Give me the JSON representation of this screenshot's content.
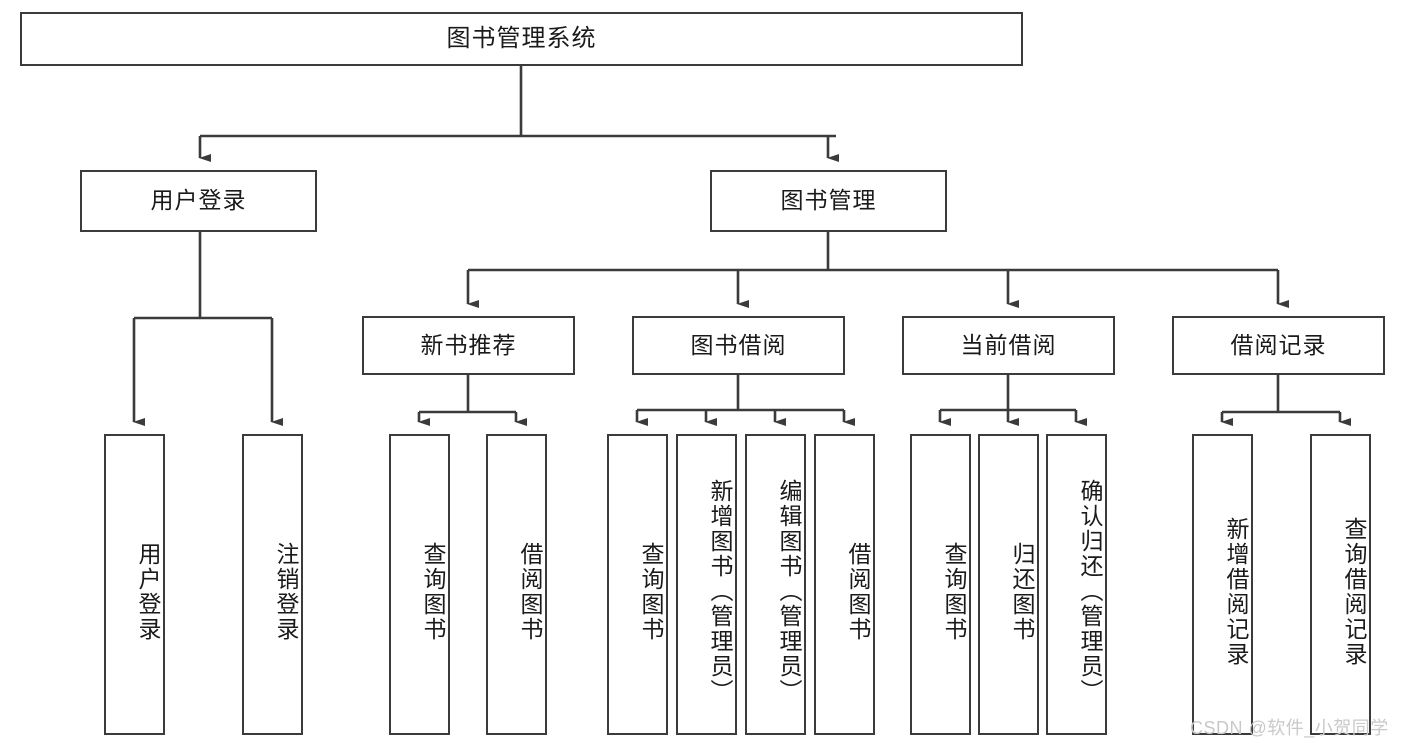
{
  "diagram": {
    "type": "tree",
    "title": "图书管理系统",
    "watermark": "CSDN @软件_小贺同学",
    "colors": {
      "box_border": "#3b3b3b",
      "box_fill": "#ffffff",
      "connector": "#3b3b3b",
      "text": "#1a1a1a",
      "watermark": "#c9c9c9"
    },
    "levels": {
      "level0": [
        {
          "id": "root",
          "label": "图书管理系统"
        }
      ],
      "level1": [
        {
          "id": "login",
          "label": "用户登录"
        },
        {
          "id": "bookmgmt",
          "label": "图书管理"
        }
      ],
      "level2": [
        {
          "id": "newbook",
          "label": "新书推荐",
          "parent": "bookmgmt"
        },
        {
          "id": "borrow",
          "label": "图书借阅",
          "parent": "bookmgmt"
        },
        {
          "id": "current",
          "label": "当前借阅",
          "parent": "bookmgmt"
        },
        {
          "id": "records",
          "label": "借阅记录",
          "parent": "bookmgmt"
        }
      ],
      "level3": [
        {
          "id": "leaf1",
          "label": "用户登录",
          "parent": "login"
        },
        {
          "id": "leaf2",
          "label": "注销登录",
          "parent": "login"
        },
        {
          "id": "leaf3",
          "label": "查询图书",
          "parent": "newbook"
        },
        {
          "id": "leaf4",
          "label": "借阅图书",
          "parent": "newbook"
        },
        {
          "id": "leaf5",
          "label": "查询图书",
          "parent": "borrow"
        },
        {
          "id": "leaf6",
          "label": "新增图书（管理员）",
          "parent": "borrow"
        },
        {
          "id": "leaf7",
          "label": "编辑图书（管理员）",
          "parent": "borrow"
        },
        {
          "id": "leaf8",
          "label": "借阅图书",
          "parent": "borrow"
        },
        {
          "id": "leaf9",
          "label": "查询图书",
          "parent": "current"
        },
        {
          "id": "leaf10",
          "label": "归还图书",
          "parent": "current"
        },
        {
          "id": "leaf11",
          "label": "确认归还（管理员）",
          "parent": "current"
        },
        {
          "id": "leaf12",
          "label": "新增借阅记录",
          "parent": "records"
        },
        {
          "id": "leaf13",
          "label": "查询借阅记录",
          "parent": "records"
        }
      ]
    }
  }
}
